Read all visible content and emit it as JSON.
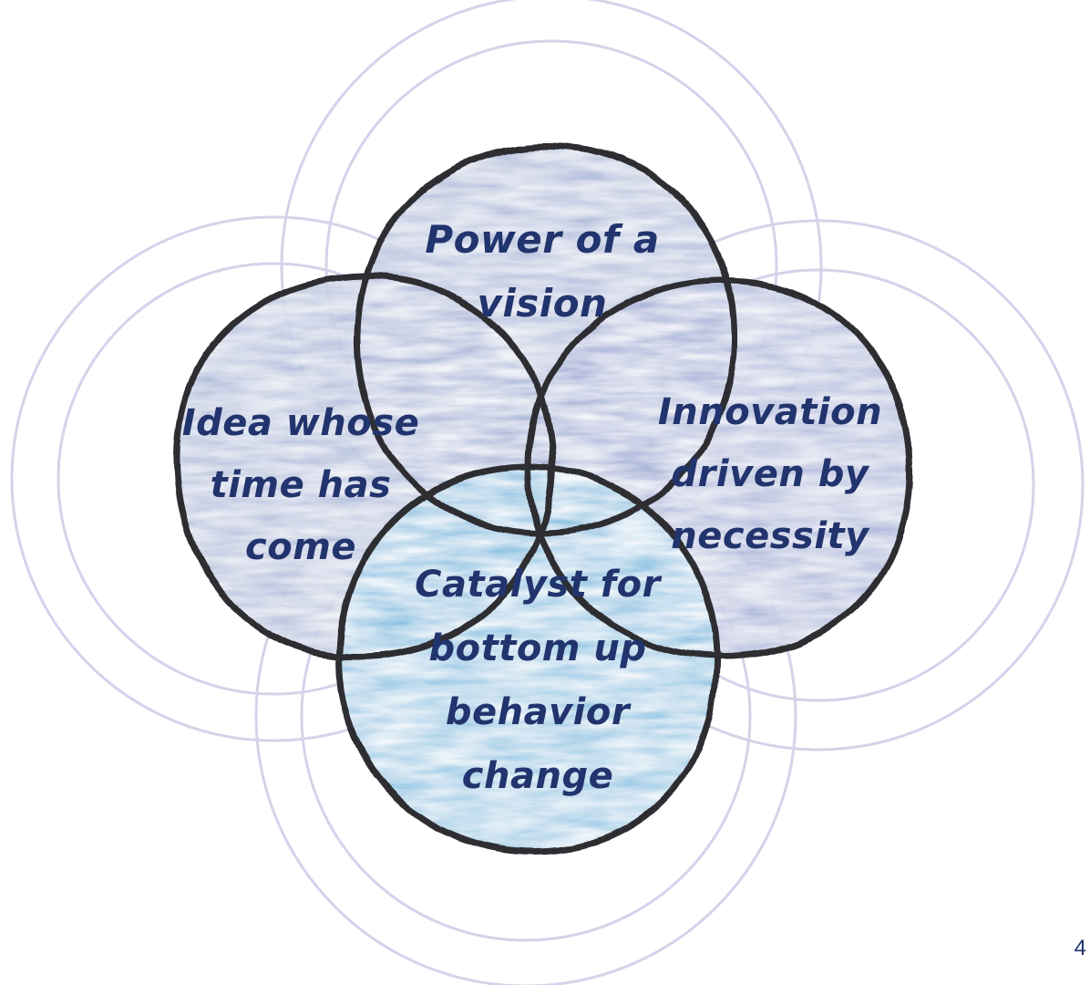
{
  "diagram": {
    "bubbles": [
      {
        "id": "vision",
        "lines": [
          "Power of a",
          "vision"
        ]
      },
      {
        "id": "idea",
        "lines": [
          "Idea whose",
          "time has",
          "come"
        ]
      },
      {
        "id": "innovation",
        "lines": [
          "Innovation",
          "driven by",
          "necessity"
        ]
      },
      {
        "id": "catalyst",
        "lines": [
          "Catalyst for",
          "bottom up",
          "behavior",
          "change"
        ]
      }
    ],
    "colors": {
      "text": "#22346e",
      "ring": "#d6d2ea",
      "outline": "#2f2f33",
      "bubble_blue_gray": "#a9b6d8",
      "bubble_light_blue": "#8fc6e4"
    }
  },
  "footer": {
    "page_number": "4"
  }
}
